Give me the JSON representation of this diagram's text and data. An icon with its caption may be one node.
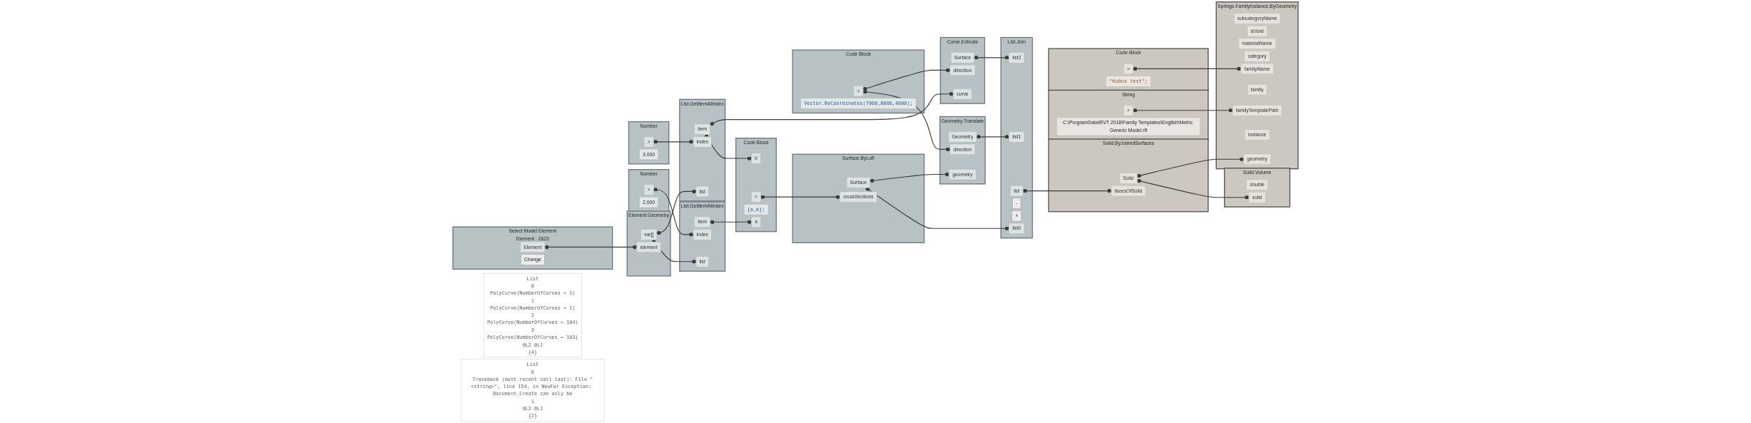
{
  "diagram": {
    "nodes": [
      {
        "text": [
          "Select Model Element",
          "Element : 2623"
        ]
      },
      {
        "text": [
          "Change"
        ],
        "in": 0
      },
      {
        "text": [
          "Element"
        ],
        "in": 0
      },
      {
        "text": [
          "Element.Geometry"
        ]
      },
      {
        "text": [
          "element"
        ],
        "in": 3
      },
      {
        "text": [
          "var[]"
        ],
        "in": 3
      },
      {
        "text": [
          "List",
          "0",
          "PolyCurve(NumberOfCurves = 1)",
          "1",
          "PolyCurve(NumberOfCurves = 1)",
          "2",
          "PolyCurve(NumberOfCurves = 104)",
          "3",
          "PolyCurve(NumberOfCurves = 103)",
          "@L2 @L1",
          "{4}"
        ]
      },
      {
        "text": [
          "Number"
        ]
      },
      {
        "text": [
          "2.000"
        ],
        "in": 7
      },
      {
        "text": [
          ">"
        ],
        "in": 7
      },
      {
        "text": [
          "List.GetItemAtIndex"
        ]
      },
      {
        "text": [
          "list"
        ],
        "in": 10
      },
      {
        "text": [
          "index"
        ],
        "in": 10
      },
      {
        "text": [
          "item"
        ],
        "in": 10
      },
      {
        "text": [
          "Number"
        ]
      },
      {
        "text": [
          "3.000"
        ],
        "in": 14
      },
      {
        "text": [
          ">"
        ],
        "in": 14
      },
      {
        "text": [
          "List.GetItemAtIndex"
        ]
      },
      {
        "text": [
          "list"
        ],
        "in": 17
      },
      {
        "text": [
          "index"
        ],
        "in": 17
      },
      {
        "text": [
          "item"
        ],
        "in": 17
      },
      {
        "text": [
          "Code Block"
        ]
      },
      {
        "text": [
          "a"
        ],
        "in": 21
      },
      {
        "text": [
          "{a,b};"
        ],
        "in": 21
      },
      {
        "text": [
          ">"
        ],
        "in": 21
      },
      {
        "text": [
          "b"
        ],
        "in": 21
      },
      {
        "text": [
          "Surface.ByLoft"
        ]
      },
      {
        "text": [
          "crossSections"
        ],
        "in": 26
      },
      {
        "text": [
          "Surface"
        ],
        "in": 26
      },
      {
        "text": [
          "Code Block"
        ]
      },
      {
        "text": [
          "Vector.ByCoordinates(7000,8000,4000);"
        ],
        "in": 29
      },
      {
        "text": [
          ">"
        ],
        "in": 29
      },
      {
        "text": [
          "Geometry.Translate"
        ]
      },
      {
        "text": [
          "geometry"
        ],
        "in": 32
      },
      {
        "text": [
          "direction"
        ],
        "in": 32
      },
      {
        "text": [
          "Geometry"
        ],
        "in": 32
      },
      {
        "text": [
          "Curve.Extrude"
        ]
      },
      {
        "text": [
          "curve"
        ],
        "in": 36
      },
      {
        "text": [
          "direction"
        ],
        "in": 36
      },
      {
        "text": [
          "Surface"
        ],
        "in": 36
      },
      {
        "text": [
          "List.Join"
        ]
      },
      {
        "text": [
          "list0"
        ],
        "in": 40
      },
      {
        "text": [
          "+"
        ],
        "in": 40
      },
      {
        "text": [
          "-"
        ],
        "in": 40
      },
      {
        "text": [
          "list"
        ],
        "in": 40
      },
      {
        "text": [
          "list1"
        ],
        "in": 40
      },
      {
        "text": [
          "list2"
        ],
        "in": 40
      },
      {
        "text": [
          "Solid.ByJoinedSurfaces"
        ]
      },
      {
        "text": [
          "facesOfSolid"
        ],
        "in": 47
      },
      {
        "text": [
          "Solid"
        ],
        "in": 47
      },
      {
        "text": [
          "Solid.Volume"
        ]
      },
      {
        "text": [
          "solid"
        ],
        "in": 50
      },
      {
        "text": [
          "double"
        ],
        "in": 50
      },
      {
        "text": [
          "String"
        ]
      },
      {
        "text": [
          "C:\\ProgramData\\RVT 2018\\Family Templates\\English\\Metric Generic Model.rft"
        ],
        "in": 53
      },
      {
        "text": [
          ">"
        ],
        "in": 53
      },
      {
        "text": [
          "Springs.FamilyInstance.ByGeometry"
        ]
      },
      {
        "text": [
          "geometry"
        ],
        "in": 56
      },
      {
        "text": [
          "instance"
        ],
        "in": 56
      },
      {
        "text": [
          "familyTemplatePath"
        ],
        "in": 56
      },
      {
        "text": [
          "family"
        ],
        "in": 56
      },
      {
        "text": [
          "familyName"
        ],
        "in": 56
      },
      {
        "text": [
          "category"
        ],
        "in": 56
      },
      {
        "text": [
          "materialName"
        ],
        "in": 56
      },
      {
        "text": [
          "isVoid"
        ],
        "in": 56
      },
      {
        "text": [
          "subcategoryName"
        ],
        "in": 56
      },
      {
        "text": [
          "List",
          "0",
          "Traceback (most recent call last): File \"<string>\", line 154, in NewFor Exception: Document.Create can only be",
          "1",
          "@L2 @L1",
          "{2}"
        ]
      },
      {
        "text": [
          "Code Block"
        ]
      },
      {
        "text": [
          "\"Kubus test\";"
        ],
        "in": 67
      },
      {
        "text": [
          ">"
        ],
        "in": 67
      }
    ],
    "edges": [
      {
        "from": 2,
        "to": 4,
        "arrow": "other"
      },
      {
        "from": 5,
        "to": 11,
        "arrow": "other"
      },
      {
        "from": 5,
        "to": 18,
        "arrow": "other"
      },
      {
        "from": 9,
        "to": 12,
        "arrow": "other"
      },
      {
        "from": 16,
        "to": 19,
        "arrow": "other"
      },
      {
        "from": 13,
        "to": 22,
        "arrow": "other"
      },
      {
        "from": 20,
        "to": 25,
        "arrow": "other"
      },
      {
        "from": 20,
        "to": 37,
        "arrow": "other"
      },
      {
        "from": 24,
        "to": 27,
        "arrow": "other"
      },
      {
        "from": 28,
        "to": 41,
        "arrow": "other"
      },
      {
        "from": 28,
        "to": 33,
        "arrow": "other"
      },
      {
        "from": 31,
        "to": 34,
        "arrow": "other"
      },
      {
        "from": 31,
        "to": 38,
        "arrow": "other"
      },
      {
        "from": 35,
        "to": 45,
        "arrow": "other"
      },
      {
        "from": 39,
        "to": 46,
        "arrow": "other"
      },
      {
        "from": 44,
        "to": 48,
        "arrow": "other"
      },
      {
        "from": 49,
        "to": 51,
        "arrow": "other"
      },
      {
        "from": 49,
        "to": 57,
        "arrow": "other"
      },
      {
        "from": 55,
        "to": 59,
        "arrow": "other"
      },
      {
        "from": 69,
        "to": 61,
        "arrow": "other"
      }
    ]
  }
}
